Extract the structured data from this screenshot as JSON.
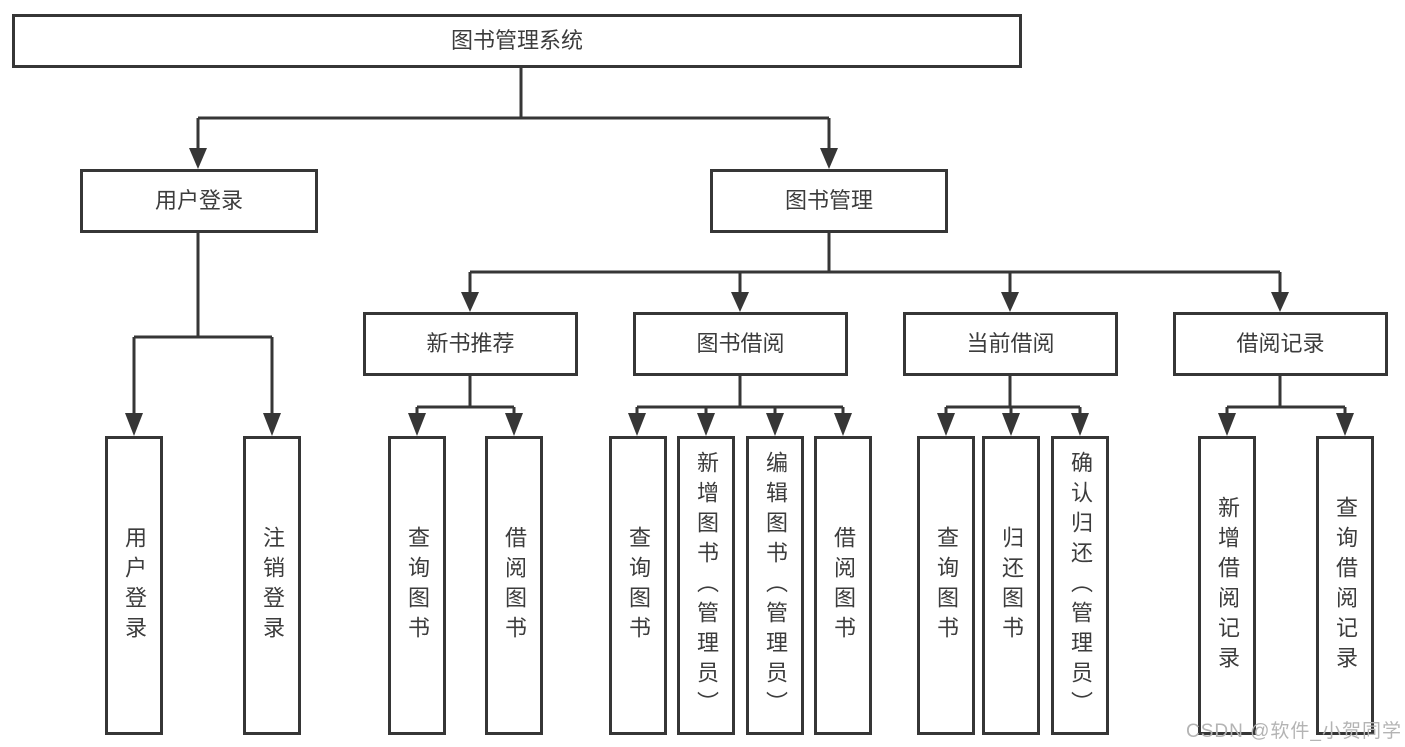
{
  "nodes": {
    "root": "图书管理系统",
    "user": {
      "label": "用户登录",
      "leaves": [
        "用户登录",
        "注销登录"
      ]
    },
    "book": {
      "label": "图书管理",
      "groups": [
        {
          "label": "新书推荐",
          "leaves": [
            "查询图书",
            "借阅图书"
          ]
        },
        {
          "label": "图书借阅",
          "leaves": [
            "查询图书",
            "新增图书（管理员）",
            "编辑图书（管理员）",
            "借阅图书"
          ]
        },
        {
          "label": "当前借阅",
          "leaves": [
            "查询图书",
            "归还图书",
            "确认归还（管理员）"
          ]
        },
        {
          "label": "借阅记录",
          "leaves": [
            "新增借阅记录",
            "查询借阅记录"
          ]
        }
      ]
    }
  },
  "watermark": "CSDN @软件_小贺同学",
  "colors": {
    "line": "#363636",
    "text": "#3c3c3c",
    "watermark": "#b4b4b4",
    "background": "#ffffff"
  }
}
